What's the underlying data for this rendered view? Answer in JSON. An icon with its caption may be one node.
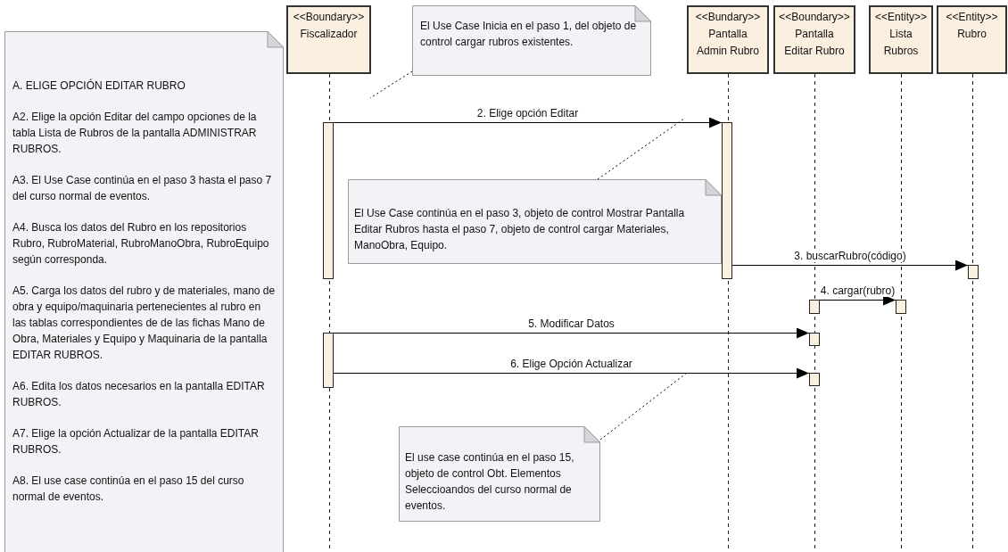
{
  "diagram": {
    "nodes": [
      {
        "text": [
          "A. ELIGE OPCIÓN EDITAR RUBRO",
          "A2. Elige la opción Editar del campo opciones de la tabla Lista de Rubros de la pantalla ADMINISTRAR RUBROS.",
          "A3. El Use Case continúa en el paso 3 hasta el paso 7 del curso normal de eventos.",
          "A4. Busca los datos del Rubro en los repositorios Rubro, RubroMaterial, RubroManoObra, RubroEquipo según corresponda.",
          "A5. Carga los datos del rubro y de materiales, mano de obra y equipo/maquinaria pertenecientes al rubro en las tablas correspondientes de de las fichas Mano de Obra, Materiales y Equipo y Maquinaria de la pantalla EDITAR RUBROS.",
          "A6. Edita los datos necesarios en la pantalla EDITAR RUBROS.",
          "A7. Elige la opción Actualizar de la pantalla EDITAR RUBROS.",
          "A8. El use case continúa en el paso 15 del curso normal de eventos."
        ]
      },
      {
        "text": [
          "<<Boundary>>",
          "Fiscalizador"
        ]
      },
      {
        "text": [
          "El Use Case Inicia en el paso 1, del objeto de control cargar rubros existentes."
        ]
      },
      {
        "text": [
          "<<Bundary>>",
          "Pantalla Admin Rubro"
        ]
      },
      {
        "text": [
          "<<Boundary>>",
          "Pantalla Editar Rubro"
        ]
      },
      {
        "text": [
          "<<Entity>>",
          "Lista Rubros"
        ]
      },
      {
        "text": [
          "<<Entity>>",
          "Rubro"
        ]
      },
      {
        "text": [],
        "shape": "bar"
      },
      {
        "text": [],
        "shape": "bar"
      },
      {
        "text": [
          "El Use Case continúa en el paso 3, objeto de control Mostrar Pantalla Editar Rubros hasta el paso 7, objeto de control cargar Materiales, ManoObra, Equipo."
        ]
      },
      {
        "text": [],
        "shape": "bar"
      },
      {
        "text": [],
        "shape": "bar"
      },
      {
        "text": [],
        "shape": "bar"
      },
      {
        "text": [],
        "shape": "bar"
      },
      {
        "text": [],
        "shape": "bar"
      },
      {
        "text": [],
        "shape": "bar"
      },
      {
        "text": [
          "El use case continúa en el paso 15, objeto de control Obt. Elementos Seleccioandos del curso normal de eventos."
        ]
      }
    ],
    "edges": [
      {
        "from": 7,
        "to": 8,
        "arrow": "to",
        "label": "2. Elige opción Editar"
      },
      {
        "from": 8,
        "to": 10,
        "arrow": "to",
        "label": "3. buscarRubro(código)"
      },
      {
        "from": 11,
        "to": 12,
        "arrow": "to",
        "label": "4. cargar(rubro)"
      },
      {
        "from": 14,
        "to": 13,
        "arrow": "to",
        "label": "5. Modificar Datos"
      },
      {
        "from": 14,
        "to": 15,
        "arrow": "to",
        "label": "6. Elige Opción Actualizar"
      },
      {
        "from": 2,
        "to": null,
        "arrow": "none",
        "style": "dashed"
      },
      {
        "from": 9,
        "to": null,
        "arrow": "none",
        "style": "dashed"
      },
      {
        "from": 16,
        "to": null,
        "arrow": "none",
        "style": "dashed"
      }
    ]
  }
}
